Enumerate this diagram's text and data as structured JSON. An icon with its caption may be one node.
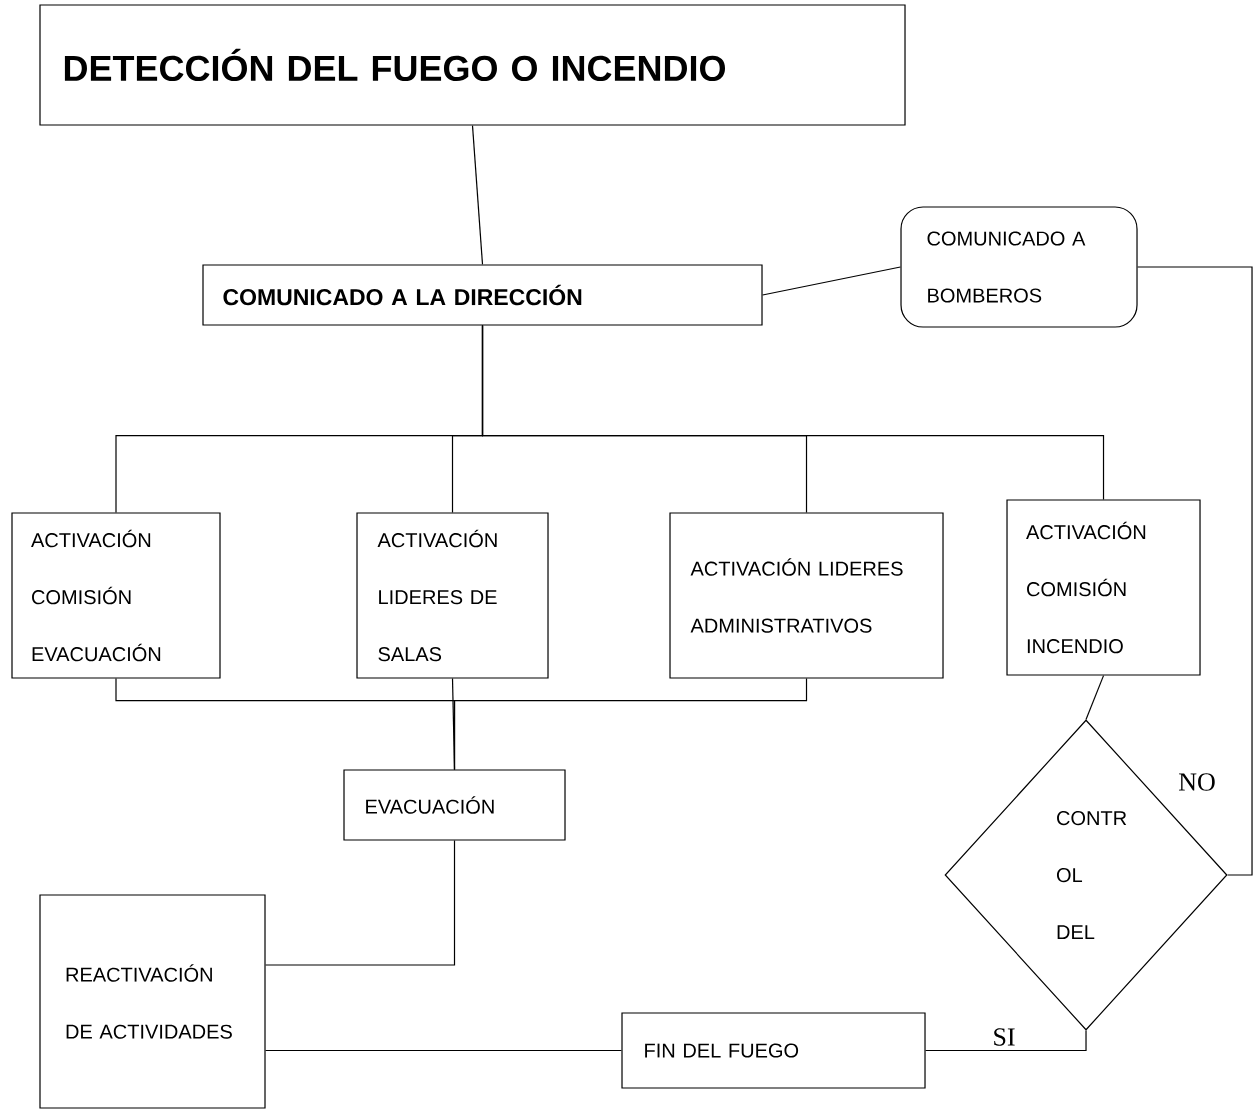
{
  "diagram": {
    "nodes": [
      {
        "text": [
          "DETECCIÓN DEL FUEGO O INCENDIO"
        ]
      },
      {
        "text": [
          "COMUNICADO A LA DIRECCIÓN"
        ]
      },
      {
        "text": [
          "COMUNICADO A BOMBEROS"
        ]
      },
      {
        "text": [
          "ACTIVACIÓN COMISIÓN EVACUACIÓN"
        ]
      },
      {
        "text": [
          "ACTIVACIÓN LIDERES DE SALAS"
        ]
      },
      {
        "text": [
          "ACTIVACIÓN LIDERES ADMINISTRATIVOS"
        ]
      },
      {
        "text": [
          "ACTIVACIÓN COMISIÓN INCENDIO"
        ]
      },
      {
        "text": [
          "EVACUACIÓN"
        ]
      },
      {
        "text": [
          "CONTR OL DEL"
        ]
      },
      {
        "text": [
          "REACTIVACIÓN DE ACTIVIDADES"
        ]
      },
      {
        "text": [
          "FIN DEL FUEGO"
        ]
      }
    ],
    "edges": [
      {
        "from": 0,
        "to": 1,
        "arrow": "none"
      },
      {
        "from": 1,
        "to": 2,
        "arrow": "none"
      },
      {
        "from": 1,
        "to": 3,
        "arrow": "none"
      },
      {
        "from": 1,
        "to": 4,
        "arrow": "none"
      },
      {
        "from": 1,
        "to": 5,
        "arrow": "none"
      },
      {
        "from": 1,
        "to": 6,
        "arrow": "none"
      },
      {
        "from": 3,
        "to": 7,
        "arrow": "none"
      },
      {
        "from": 4,
        "to": 7,
        "arrow": "none"
      },
      {
        "from": 5,
        "to": 7,
        "arrow": "none"
      },
      {
        "from": 7,
        "to": 9,
        "arrow": "none"
      },
      {
        "from": 6,
        "to": 8,
        "arrow": "none"
      },
      {
        "from": 8,
        "to": 2,
        "arrow": "none",
        "label": "NO"
      },
      {
        "from": 8,
        "to": 10,
        "arrow": "none",
        "label": "SI"
      },
      {
        "from": 10,
        "to": 9,
        "arrow": "none"
      }
    ]
  }
}
